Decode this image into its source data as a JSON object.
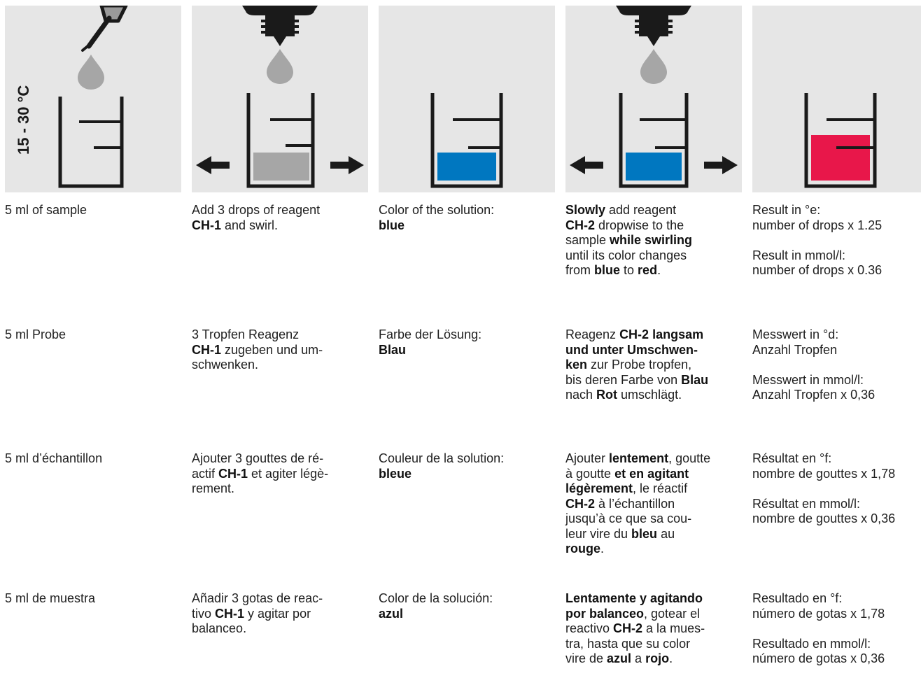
{
  "temperature_label": "15 - 30 °C",
  "colors": {
    "panel_bg": "#e6e6e6",
    "drop": "#a6a6a6",
    "gray_liquid": "#a6a6a6",
    "blue_liquid": "#0077c0",
    "red_liquid": "#e8174a",
    "ink": "#1a1a1a"
  },
  "panels": [
    {
      "icon": "pipette-icon",
      "liquid": "none",
      "arrows": false
    },
    {
      "icon": "dropper-bottle-icon",
      "liquid": "gray",
      "arrows": true
    },
    {
      "icon": "beaker-icon",
      "liquid": "blue",
      "arrows": false
    },
    {
      "icon": "dropper-bottle-icon",
      "liquid": "blue",
      "arrows": true
    },
    {
      "icon": "beaker-icon",
      "liquid": "red",
      "arrows": false
    }
  ],
  "rows": [
    {
      "lang": "en",
      "c1": [
        "5 ml of sample"
      ],
      "c2": [
        "Add 3 drops of reagent",
        "CH-1",
        " and swirl."
      ],
      "c3": [
        "Color of the solution:",
        "blue"
      ],
      "c4": [
        "Slowly",
        " add reagent",
        "CH-2",
        " dropwise to the",
        "sample ",
        "while swirling",
        "until its color changes",
        "from ",
        "blue",
        " to ",
        "red",
        "."
      ],
      "c5": [
        "Result in °e:",
        "number of drops x 1.25",
        "Result in mmol/l:",
        "number of drops x 0.36"
      ]
    },
    {
      "lang": "de",
      "c1": [
        "5 ml Probe"
      ],
      "c2": [
        "3 Tropfen Reagenz",
        "CH-1",
        " zugeben und um-",
        "schwenken."
      ],
      "c3": [
        "Farbe der Lösung:",
        "Blau"
      ],
      "c4": [
        "Reagenz ",
        "CH-2 langsam",
        "und unter Umschwen-",
        "ken",
        " zur Probe tropfen,",
        "bis deren Farbe von ",
        "Blau",
        "nach ",
        "Rot",
        " umschlägt."
      ],
      "c5": [
        "Messwert in °d:",
        "Anzahl Tropfen",
        "Messwert in mmol/l:",
        "Anzahl Tropfen x 0,36"
      ]
    },
    {
      "lang": "fr",
      "c1": [
        "5 ml d’échantillon"
      ],
      "c2": [
        "Ajouter 3 gouttes de ré-",
        "actif ",
        "CH-1",
        " et agiter légè-",
        "rement."
      ],
      "c3": [
        "Couleur de la solution:",
        "bleue"
      ],
      "c4": [
        "Ajouter ",
        "lentement",
        ", goutte",
        "à goutte ",
        "et en agitant",
        "légèrement",
        ", le réactif",
        "CH-2",
        " à l’échantillon",
        "jusqu’à ce que sa cou-",
        "leur vire du ",
        "bleu",
        " au",
        "rouge",
        "."
      ],
      "c5": [
        "Résultat en °f:",
        "nombre de gouttes x 1,78",
        "Résultat en mmol/l:",
        "nombre de gouttes x 0,36"
      ]
    },
    {
      "lang": "es",
      "c1": [
        "5 ml de muestra"
      ],
      "c2": [
        "Añadir 3 gotas de reac-",
        "tivo ",
        "CH-1",
        " y agitar por",
        "balanceo."
      ],
      "c3": [
        "Color de la solución:",
        "azul"
      ],
      "c4": [
        "Lentamente y agitando",
        "por balanceo",
        ", gotear el",
        "reactivo ",
        "CH-2",
        " a la mues-",
        "tra, hasta que su color",
        "vire de ",
        "azul",
        " a ",
        "rojo",
        "."
      ],
      "c5": [
        "Resultado en °f:",
        "número de gotas x 1,78",
        "Resultado en mmol/l:",
        "número de gotas x 0,36"
      ]
    }
  ]
}
